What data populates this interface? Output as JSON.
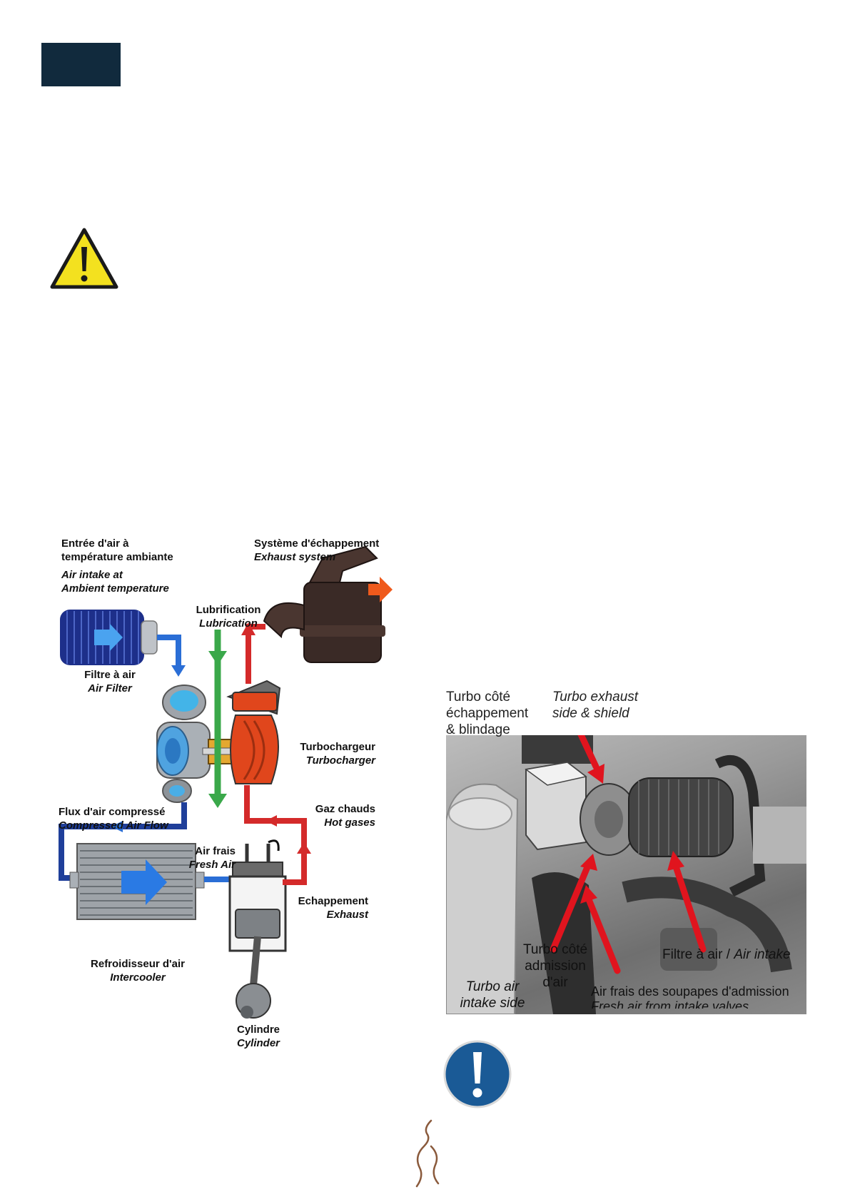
{
  "diagram": {
    "air_intake": {
      "fr_line1": "Entrée d'air à",
      "fr_line2": "température ambiante",
      "en_line1": "Air intake at",
      "en_line2": "Ambient temperature"
    },
    "exhaust_system": {
      "fr": "Système d'échappement",
      "en": "Exhaust system"
    },
    "lubrication": {
      "fr": "Lubrification",
      "en": "Lubrication"
    },
    "air_filter": {
      "fr": "Filtre à air",
      "en": "Air Filter"
    },
    "turbocharger": {
      "fr": "Turbochargeur",
      "en": "Turbocharger"
    },
    "compressed_air": {
      "fr": "Flux d'air compressé",
      "en": "Compressed Air Flow"
    },
    "hot_gases": {
      "fr": "Gaz chauds",
      "en": "Hot gases"
    },
    "fresh_air": {
      "fr": "Air frais",
      "en": "Fresh Air"
    },
    "exhaust": {
      "fr": "Echappement",
      "en": "Exhaust"
    },
    "intercooler": {
      "fr": "Refroidisseur d'air",
      "en": "Intercooler"
    },
    "cylinder": {
      "fr": "Cylindre",
      "en": "Cylinder"
    }
  },
  "photo": {
    "turbo_exhaust_fr_1": "Turbo côté",
    "turbo_exhaust_fr_2": "échappement",
    "turbo_exhaust_fr_3": "& blindage",
    "turbo_exhaust_en_1": "Turbo exhaust",
    "turbo_exhaust_en_2": "side & shield",
    "turbo_intake_fr_1": "Turbo côté",
    "turbo_intake_fr_2": "admission",
    "turbo_intake_fr_3": "d'air",
    "turbo_intake_en_1": "Turbo air",
    "turbo_intake_en_2": "intake side",
    "air_filter_fr": "Filtre à air / ",
    "air_filter_en": "Air intake",
    "fresh_air_fr": "Air frais des soupapes d'admission",
    "fresh_air_en": "Fresh air from intake valves"
  },
  "colors": {
    "header": "#112a3d",
    "warning": "#f3e11f",
    "info": "#1a5a96",
    "air_flow": "#2a6ed6",
    "hot_gas": "#d42a2a",
    "lubrication": "#3aa84a",
    "arrow_red": "#e0141e"
  },
  "icons": [
    "warning-triangle-icon",
    "mandatory-info-icon",
    "logo-figure-icon"
  ]
}
